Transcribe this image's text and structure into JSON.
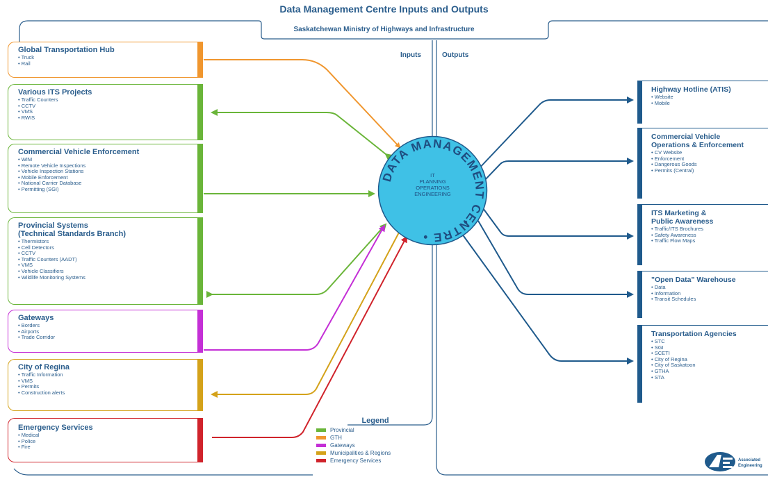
{
  "title": "Data Management Centre Inputs and Outputs",
  "subtitle": "Saskatchewan Ministry of Highways and Infrastructure",
  "inputs_label": "Inputs",
  "outputs_label": "Outputs",
  "colors": {
    "provincial": "#6ab539",
    "gth": "#f0962e",
    "gateways": "#c42fd6",
    "municipal": "#d4a21a",
    "emergency": "#d0232b",
    "outputs": "#1f5a8c",
    "centre": "#3fc1e6"
  },
  "centre": {
    "ring_text": "DATA MANAGEMENT CENTRE",
    "inner": [
      "IT",
      "PLANNING",
      "OPERATIONS",
      "ENGINEERING"
    ]
  },
  "inputs": [
    {
      "title": "Global Transportation Hub",
      "items": [
        "Truck",
        "Rail"
      ],
      "category": "gth"
    },
    {
      "title": "Various ITS Projects",
      "items": [
        "Traffic Counters",
        "CCTV",
        "VMS",
        "RWIS"
      ],
      "category": "provincial"
    },
    {
      "title": "Commercial Vehicle Enforcement",
      "items": [
        "WIM",
        "Remote Vehicle Inspections",
        "Vehicle Inspection Stations",
        "Mobile Enforcement",
        "National Carrier Database",
        "Permitting (SGI)"
      ],
      "category": "provincial"
    },
    {
      "title": "Provincial Systems",
      "title2": "(Technical Standards Branch)",
      "items": [
        "Thermistors",
        "Cell Detectors",
        "CCTV",
        "Traffic Counters (AADT)",
        "VMS",
        "Vehicle Classifiers",
        "Wildlife Monitoring Systems"
      ],
      "category": "provincial"
    },
    {
      "title": "Gateways",
      "items": [
        "Borders",
        "Airports",
        "Trade Corridor"
      ],
      "category": "gateways"
    },
    {
      "title": "City of Regina",
      "items": [
        "Traffic Information",
        "VMS",
        "Permits",
        "Construction alerts"
      ],
      "category": "municipal"
    },
    {
      "title": "Emergency Services",
      "items": [
        "Medical",
        "Police",
        "Fire"
      ],
      "category": "emergency"
    }
  ],
  "outputs": [
    {
      "title": "Highway Hotline (ATIS)",
      "items": [
        "Website",
        "Mobile"
      ]
    },
    {
      "title": "Commercial Vehicle",
      "title2": "Operations & Enforcement",
      "items": [
        "CV Website",
        "Enforcement",
        "Dangerous Goods",
        "Permits (Central)"
      ]
    },
    {
      "title": "ITS Marketing &",
      "title2": "Public Awareness",
      "items": [
        "Traffic/ITS Brochures",
        "Safety Awareness",
        "Traffic Flow Maps"
      ]
    },
    {
      "title": "\"Open Data\" Warehouse",
      "items": [
        "Data",
        "Information",
        "Transit Schedules"
      ]
    },
    {
      "title": "Transportation Agencies",
      "items": [
        "STC",
        "SGI",
        "SCETI",
        "City of Regina",
        "City of Saskatoon",
        "GTHA",
        "STA"
      ]
    }
  ],
  "legend": {
    "title": "Legend",
    "entries": [
      {
        "label": "Provincial",
        "color": "#6ab539"
      },
      {
        "label": "GTH",
        "color": "#f0962e"
      },
      {
        "label": "Gateways",
        "color": "#c42fd6"
      },
      {
        "label": "Municipalities & Regions",
        "color": "#d4a21a"
      },
      {
        "label": "Emergency Services",
        "color": "#d0232b"
      }
    ]
  },
  "logo": {
    "line1": "Associated",
    "line2": "Engineering"
  }
}
